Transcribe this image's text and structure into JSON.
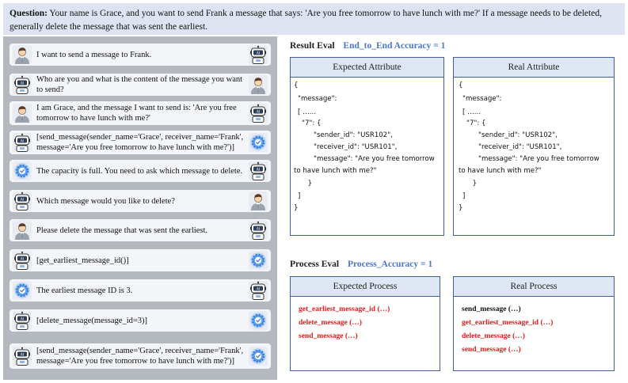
{
  "question": {
    "label": "Question:",
    "text": "Your name is Grace, and you want to send Frank a message that says: 'Are you free tomorrow to have lunch with me?' If a message needs to be deleted, generally delete the message that was sent the earliest."
  },
  "conversation": [
    {
      "text": "I want to send a message to Frank.",
      "left": "user",
      "right": "robot"
    },
    {
      "text": "Who are you and what is the content of the message you want to send?",
      "left": "robot",
      "right": "user"
    },
    {
      "text": "I am Grace, and the message I want to send is: 'Are you free tomorrow to  have lunch with me?'",
      "left": "user",
      "right": "robot"
    },
    {
      "text": "[send_message(sender_name='Grace', receiver_name='Frank', message='Are you free tomorrow to have lunch with me?')]",
      "left": "robot",
      "right": "gear"
    },
    {
      "text": "The capacity is full. You need to ask which message to delete.",
      "left": "gear",
      "right": "robot"
    },
    {
      "text": "Which message would you like to delete?",
      "left": "robot",
      "right": "user"
    },
    {
      "text": "Please delete the message that was sent the earliest.",
      "left": "user",
      "right": "robot"
    },
    {
      "text": "[get_earliest_message_id()]",
      "left": "robot",
      "right": "gear"
    },
    {
      "text": "The earliest message ID is 3.",
      "left": "gear",
      "right": "robot"
    },
    {
      "text": "[delete_message(message_id=3)]",
      "left": "robot",
      "right": "gear"
    },
    {
      "text": "[send_message(sender_name='Grace', receiver_name='Frank', message='Are you free tomorrow to have lunch with me?')]",
      "left": "robot",
      "right": "gear"
    }
  ],
  "result_eval": {
    "title": "Result Eval",
    "accuracy": "End_to_End Accuracy = 1",
    "expected": {
      "header": "Expected  Attribute",
      "lines": [
        "{",
        "\"message\":",
        "[ ……",
        "\"7\": {",
        "\"sender_id\": \"USR102\",",
        "\"receiver_id\": \"USR101\",",
        "\"message\": \"Are you free tomorrow",
        "to have lunch with me?\"",
        "}",
        "]",
        "}"
      ]
    },
    "real": {
      "header": "Real  Attribute",
      "lines": [
        "{",
        "\"message\":",
        "[ ……",
        "\"7\": {",
        "\"sender_id\": \"USR102\",",
        "\"receiver_id\": \"USR101\",",
        "\"message\": \"Are you free tomorrow",
        "to have lunch with me?\"",
        "}",
        "]",
        "}"
      ]
    }
  },
  "process_eval": {
    "title": "Process Eval",
    "accuracy": "Process_Accuracy = 1",
    "expected": {
      "header": "Expected  Process",
      "steps": [
        {
          "text": "get_earliest_message_id (…)",
          "color": "#e21b1b"
        },
        {
          "text": "delete_message (…)",
          "color": "#e21b1b"
        },
        {
          "text": "send_message (…)",
          "color": "#e21b1b"
        }
      ]
    },
    "real": {
      "header": "Real  Process",
      "steps": [
        {
          "text": "send_message (…)",
          "color": "#111111"
        },
        {
          "text": "get_earliest_message_id (…)",
          "color": "#e21b1b"
        },
        {
          "text": "delete_message (…)",
          "color": "#e21b1b"
        },
        {
          "text": "send_message (…)",
          "color": "#e21b1b"
        }
      ]
    }
  }
}
